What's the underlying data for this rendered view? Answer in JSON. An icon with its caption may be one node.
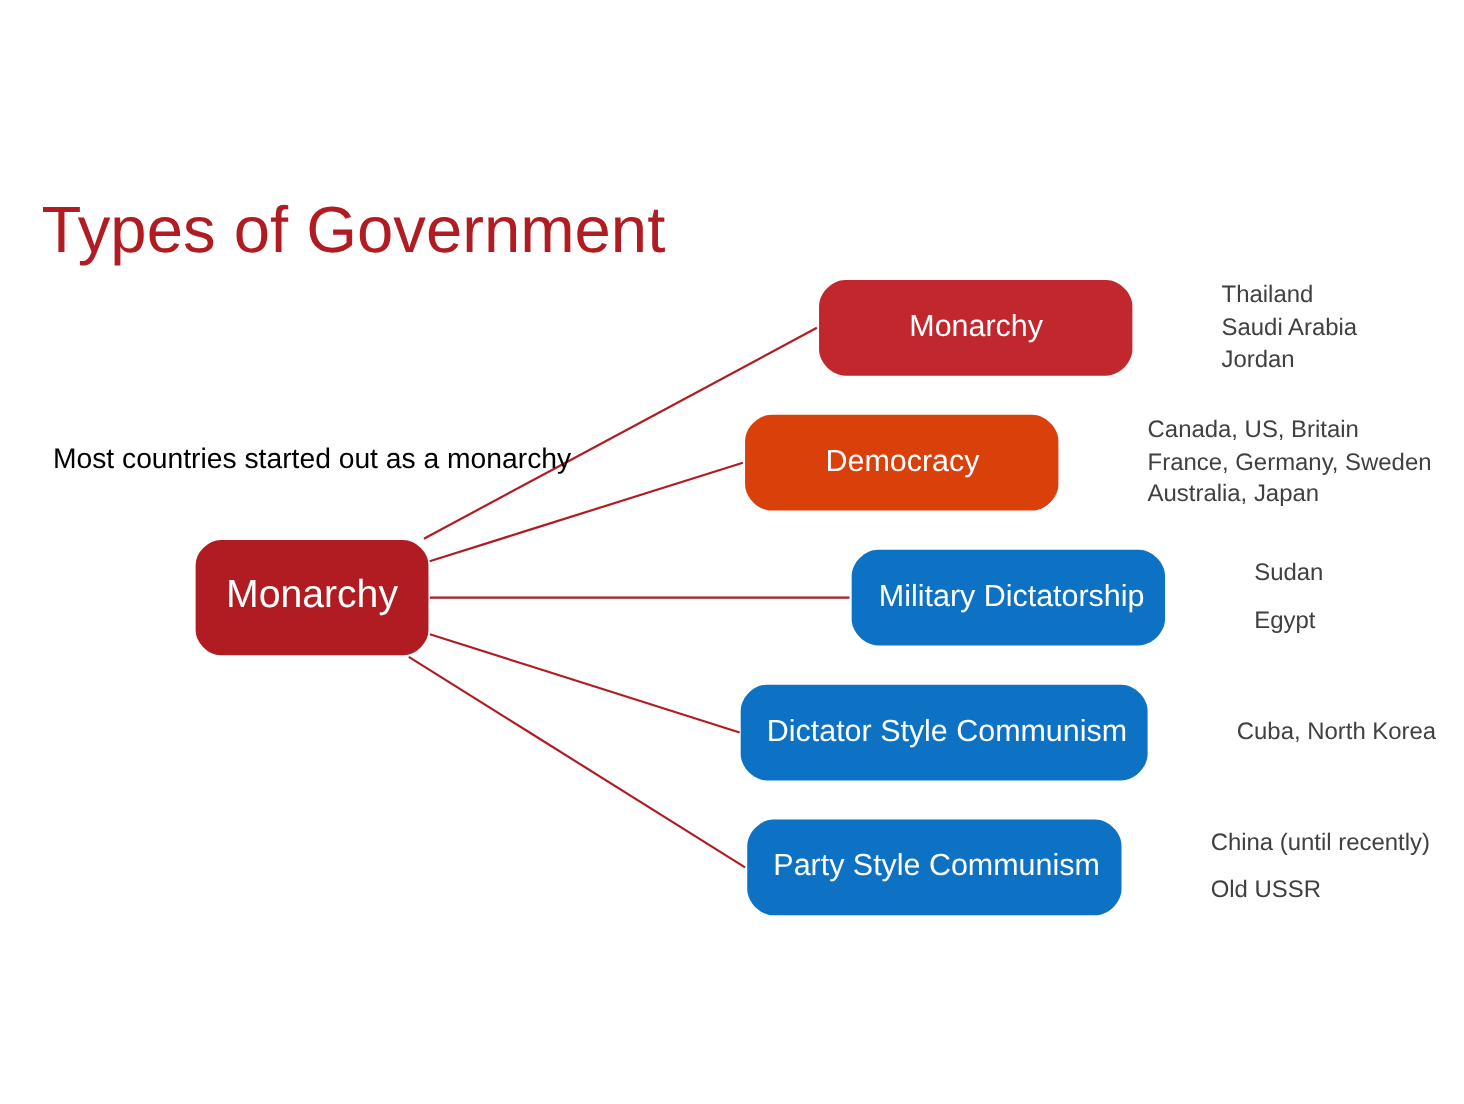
{
  "diagram": {
    "title": "Types of Government",
    "nodes": [
      {
        "text": [
          "Monarchy"
        ]
      },
      {
        "text": [
          "Monarchy"
        ],
        "beside": [
          "Thailand",
          "Saudi Arabia",
          "Jordan"
        ]
      },
      {
        "text": [
          "Democracy"
        ],
        "beside": [
          "Canada, US, Britain",
          "France, Germany, Sweden",
          "Australia, Japan"
        ]
      },
      {
        "text": [
          "Military Dictatorship"
        ],
        "beside": [
          "Sudan",
          "Egypt"
        ]
      },
      {
        "text": [
          "Dictator Style Communism"
        ],
        "beside": [
          "Cuba, North Korea"
        ]
      },
      {
        "text": [
          "Party Style Communism"
        ],
        "beside": [
          "China (until recently)",
          "Old USSR"
        ]
      }
    ],
    "edges": [
      {
        "from": 0,
        "to": 1,
        "arrow": "none"
      },
      {
        "from": 0,
        "to": 2,
        "arrow": "none"
      },
      {
        "from": 0,
        "to": 3,
        "arrow": "none"
      },
      {
        "from": 0,
        "to": 4,
        "arrow": "none"
      },
      {
        "from": 0,
        "to": 5,
        "arrow": "none"
      }
    ],
    "labels": [
      "Most countries started out as a monarchy"
    ]
  }
}
